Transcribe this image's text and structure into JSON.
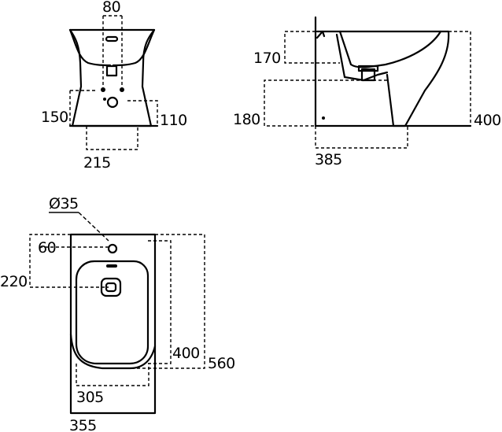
{
  "front_view": {
    "dim_width_top": "80",
    "dim_height_left": "150",
    "dim_height_right": "110",
    "dim_base_width": "215"
  },
  "side_view": {
    "dim_height_top": "170",
    "dim_height_lower": "180",
    "dim_total_height": "400",
    "dim_depth": "385"
  },
  "plan_view": {
    "dim_hole_diameter": "Ø35",
    "dim_hole_offset": "60",
    "dim_drain_offset": "220",
    "dim_bowl_length": "400",
    "dim_total_length": "560",
    "dim_bowl_width": "305",
    "dim_total_width": "355"
  }
}
